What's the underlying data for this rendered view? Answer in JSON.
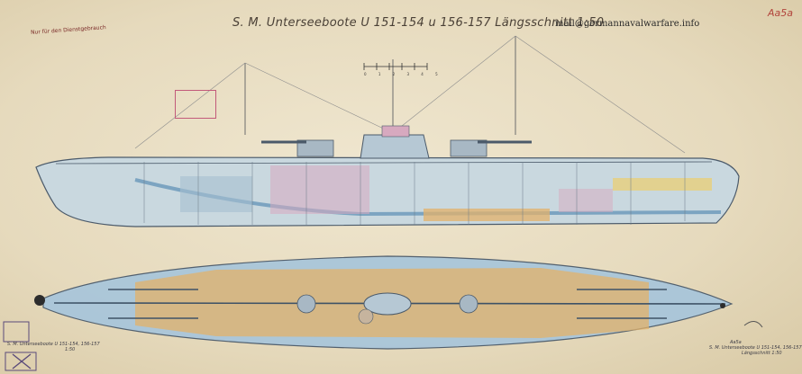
{
  "document": {
    "sheet_code": "Aa5a",
    "title": "S. M. Unterseeboote U 151-154 u 156-157 Längsschnitt 1:50",
    "watermark": "mail@germannavalwarfare.info",
    "stamp": "Nur für den Dienstgebrauch",
    "scale_ticks": "0 1 2 3 4 5",
    "title_block_right": {
      "code": "Aa5a",
      "title": "S. M. Unterseeboote U 151-154, 156-157",
      "scale": "Längsschnitt 1:50"
    },
    "title_block_left": {
      "title": "S. M. Unterseeboote U 151-154, 156-157",
      "scale": "1:50"
    },
    "colors": {
      "paper": "#e9dfc6",
      "hull_blue": "#8fb4cc",
      "deck_orange": "#e3b26a",
      "pink": "#d79ab8",
      "red_ink": "#b2443c",
      "line": "#4b5a6a"
    }
  }
}
